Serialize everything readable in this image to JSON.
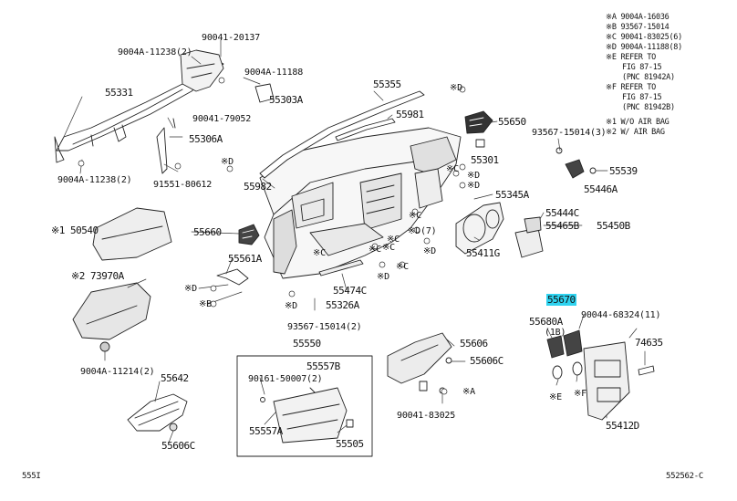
{
  "notes": [
    "※A 9004A-16036",
    "※B 93567-15014",
    "※C 90041-83025(6)",
    "※D 9004A-11188(8)",
    "※E REFER TO",
    "FIG 87-15",
    "(PNC 81942A)",
    "※F REFER TO",
    "FIG 87-15",
    "(PNC 81942B)",
    "※1 W/O AIR BAG",
    "※2 W/ AIR BAG"
  ],
  "labels": {
    "p90041_20137": "90041-20137",
    "p9004A_11238_2_top": "9004A-11238(2)",
    "p9004A_11188": "9004A-11188",
    "p55303A": "55303A",
    "p55331": "55331",
    "p90041_79052": "90041-79052",
    "p55306A": "55306A",
    "p9004A_11238_2_bot": "9004A-11238(2)",
    "p91551_80612": "91551-80612",
    "p55355": "55355",
    "p55981": "55981",
    "p55982": "55982",
    "p55650": "55650",
    "p93567_15014_3": "93567-15014(3)",
    "p55301": "55301",
    "p55539": "55539",
    "p55446A": "55446A",
    "p55345A": "55345A",
    "p55444C": "55444C",
    "p55465B": "55465B",
    "p55450B": "55450B",
    "p55411G": "55411G",
    "p50540": "※1 50540",
    "p55660": "55660",
    "p55561A": "55561A",
    "p73970A": "※2 73970A",
    "pD1": "※D",
    "pB1": "※B",
    "p55474C": "55474C",
    "p55326A": "55326A",
    "p93567_15014_2": "93567-15014(2)",
    "p9004A_11214_2": "9004A-11214(2)",
    "p55550": "55550",
    "p55557B": "55557B",
    "p90161_50007_2": "90161-50007(2)",
    "p55557A": "55557A",
    "p55505": "55505",
    "p55642": "55642",
    "p55606C_left": "55606C",
    "p55606": "55606",
    "p55606C_right": "55606C",
    "pA1": "※A",
    "p90041_83025": "90041-83025",
    "p55670": "55670",
    "p90044_68324_11": "90044-68324(11)",
    "p55680A": "55680A",
    "p1B": "(1B)",
    "p74635": "74635",
    "pE": "※E",
    "pF": "※F",
    "p55412D": "55412D",
    "pD_a": "※D",
    "pD_b": "※D",
    "pD_c": "※D",
    "pD_d": "※D",
    "pD_e": "※D",
    "pD_f": "※D",
    "pD_g": "※D",
    "pD7": "※D(7)",
    "pC_a": "※C",
    "pC_b": "※C",
    "pC_c": "※C",
    "pC_d": "※C",
    "pC_e": "※C",
    "pC_f": "※C",
    "pC_g": "※C"
  },
  "footer": {
    "left": "555I",
    "right": "552562-C"
  },
  "highlight_color": "#2fd3f0"
}
